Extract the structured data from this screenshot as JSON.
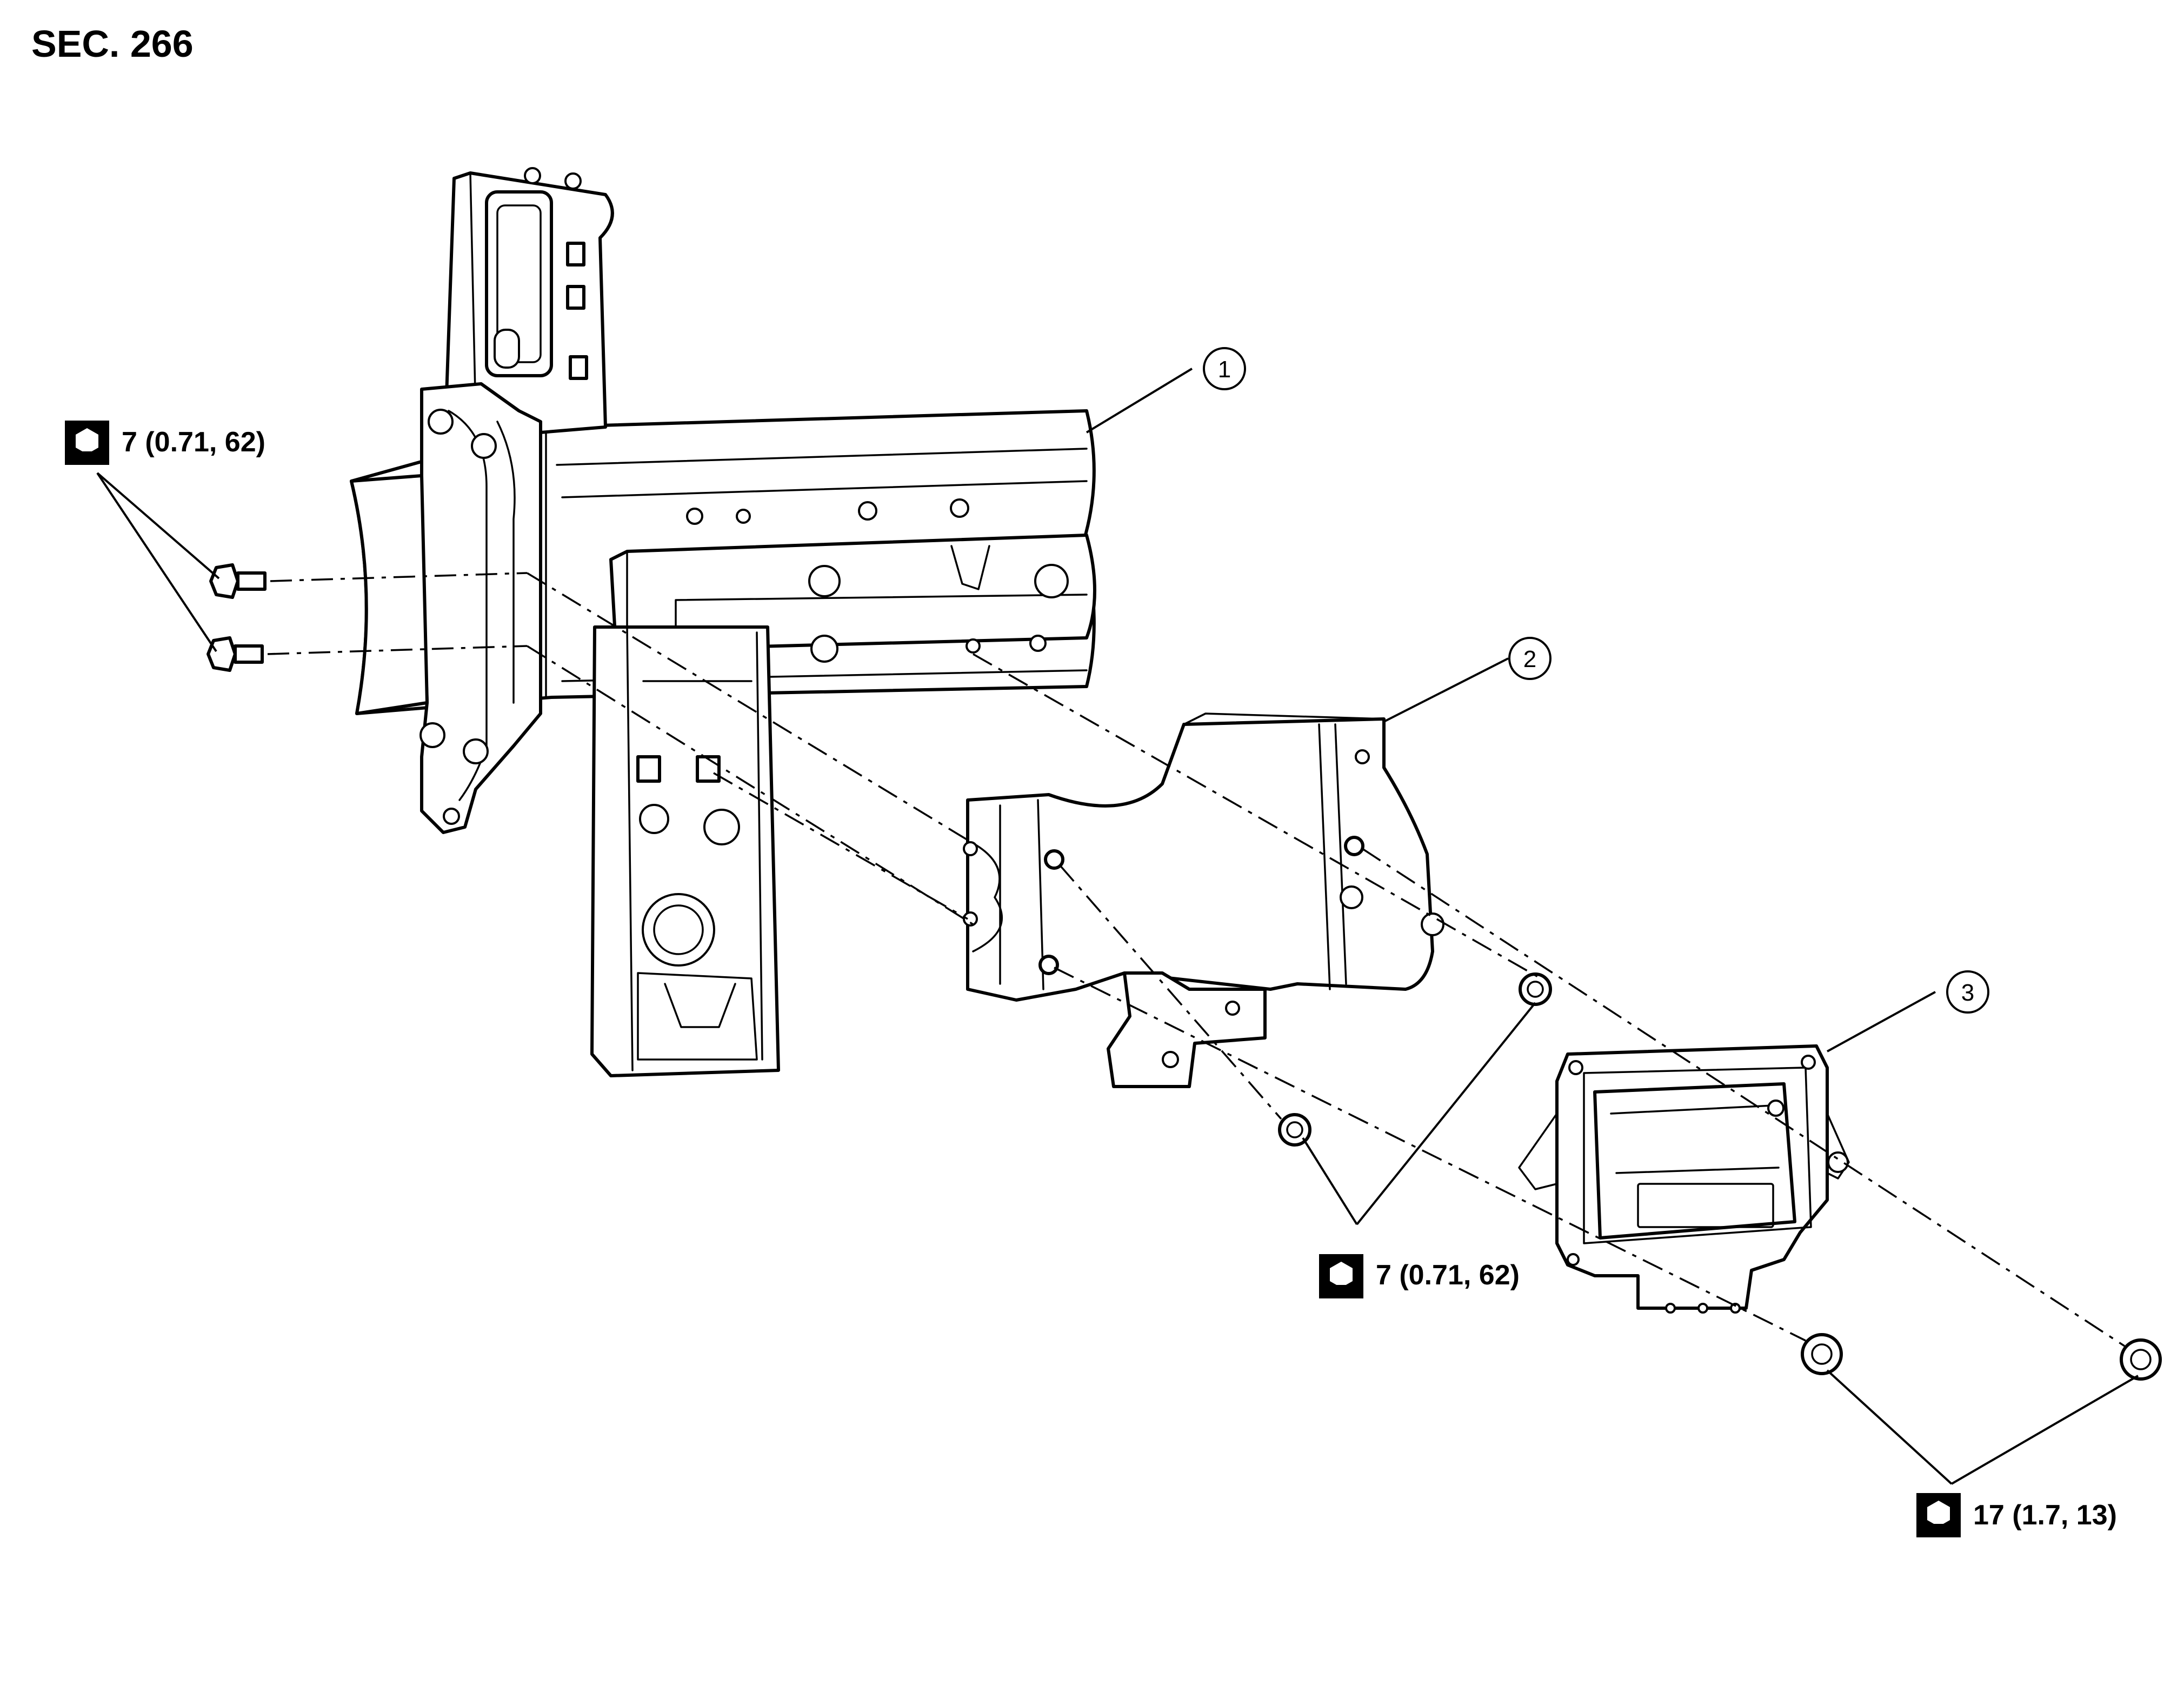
{
  "section_label": "SEC. 266",
  "callouts": [
    {
      "number": "1"
    },
    {
      "number": "2"
    },
    {
      "number": "3"
    }
  ],
  "torque_specs": [
    {
      "value": "7 (0.71, 62)",
      "icon": "torque-wrench-icon"
    },
    {
      "value": "7 (0.71, 62)",
      "icon": "torque-wrench-icon"
    },
    {
      "value": "17 (1.7, 13)",
      "icon": "torque-wrench-icon"
    }
  ]
}
